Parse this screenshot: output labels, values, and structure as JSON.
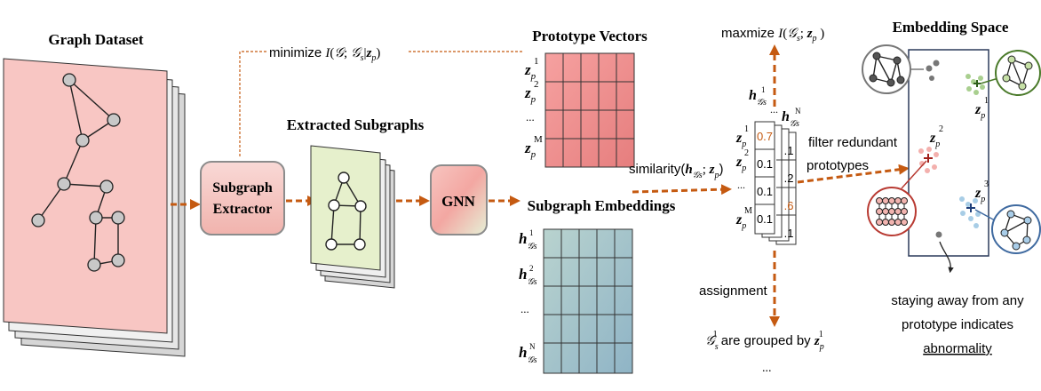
{
  "graph_dataset": {
    "title": "Graph Dataset"
  },
  "minimize": {
    "prefix": "minimize ",
    "I": "I",
    "open": "(",
    "G": "𝒢",
    "semi": "; ",
    "Gs_G": "𝒢",
    "Gs_sub": "s",
    "bar": "|",
    "zp_z": "z",
    "zp_sub": "p",
    "close": ")"
  },
  "subgraph_extractor": {
    "line1": "Subgraph",
    "line2": "Extractor"
  },
  "extracted_subgraphs": {
    "title": "Extracted Subgraphs"
  },
  "gnn": {
    "label": "GNN"
  },
  "prototype_vectors": {
    "title": "Prototype Vectors",
    "labels": [
      {
        "base": "z",
        "sub": "p",
        "sup": "1"
      },
      {
        "base": "z",
        "sub": "p",
        "sup": "2"
      },
      {
        "base": "...",
        "sub": "",
        "sup": ""
      },
      {
        "base": "z",
        "sub": "p",
        "sup": "M"
      }
    ]
  },
  "subgraph_embeddings": {
    "title": "Subgraph Embeddings",
    "labels": [
      {
        "base": "h",
        "sub": "𝒢s",
        "sup": "1"
      },
      {
        "base": "h",
        "sub": "𝒢s",
        "sup": "2"
      },
      {
        "base": "...",
        "sub": "",
        "sup": ""
      },
      {
        "base": "h",
        "sub": "𝒢s",
        "sup": "N"
      }
    ]
  },
  "similarity": {
    "prefix": "similarity(",
    "h": "h",
    "h_sub": "𝒢s",
    "semi": "; ",
    "z": "z",
    "z_sub": "p",
    "close": ")"
  },
  "maximize": {
    "prefix": "maxmize ",
    "I": "I",
    "open": "(",
    "G": "𝒢",
    "G_sub": "s",
    "semi": "; ",
    "z": "z",
    "z_sub": "p",
    "close": " )"
  },
  "matrix": {
    "col_header_1": {
      "base": "h",
      "sub": "𝒢s",
      "sup": "1"
    },
    "col_header_dots": "...",
    "col_header_N": {
      "base": "h",
      "sub": "𝒢s",
      "sup": "N"
    },
    "row_labels": [
      {
        "base": "z",
        "sub": "p",
        "sup": "1"
      },
      {
        "base": "z",
        "sub": "p",
        "sup": "2"
      },
      {
        "base": "...",
        "sub": "",
        "sup": ""
      },
      {
        "base": "z",
        "sub": "p",
        "sup": "M"
      }
    ],
    "front_values": [
      "0.7",
      "0.1",
      "0.1",
      "0.1"
    ],
    "back_values": [
      ".1",
      ".2",
      ".6",
      ".1"
    ]
  },
  "filter": {
    "line1": "filter redundant",
    "line2": "prototypes"
  },
  "assignment": {
    "label": "assignment"
  },
  "grouped": {
    "G": "𝒢",
    "G_sub": "s",
    "G_sup": "1",
    "text": " are grouped by ",
    "z": "z",
    "z_sub": "p",
    "z_sup": "1",
    "dots": "..."
  },
  "embedding_space": {
    "title": "Embedding Space",
    "protos": [
      {
        "base": "z",
        "sub": "p",
        "sup": "1"
      },
      {
        "base": "z",
        "sub": "p",
        "sup": "2"
      },
      {
        "base": "z",
        "sub": "p",
        "sup": "3"
      }
    ]
  },
  "abnormal": {
    "line1": "staying away from any",
    "line2": "prototype indicates",
    "line3": "abnormality"
  },
  "colors": {
    "orange": "#c55a11",
    "pink": "#f4b4b0",
    "proto_cell": "#e98f8f",
    "emb_cell": "#9fc3c8",
    "green_light": "#d9e6b8",
    "red": "#c0392b",
    "green": "#4a7a2a",
    "blue": "#3f6aa0"
  }
}
